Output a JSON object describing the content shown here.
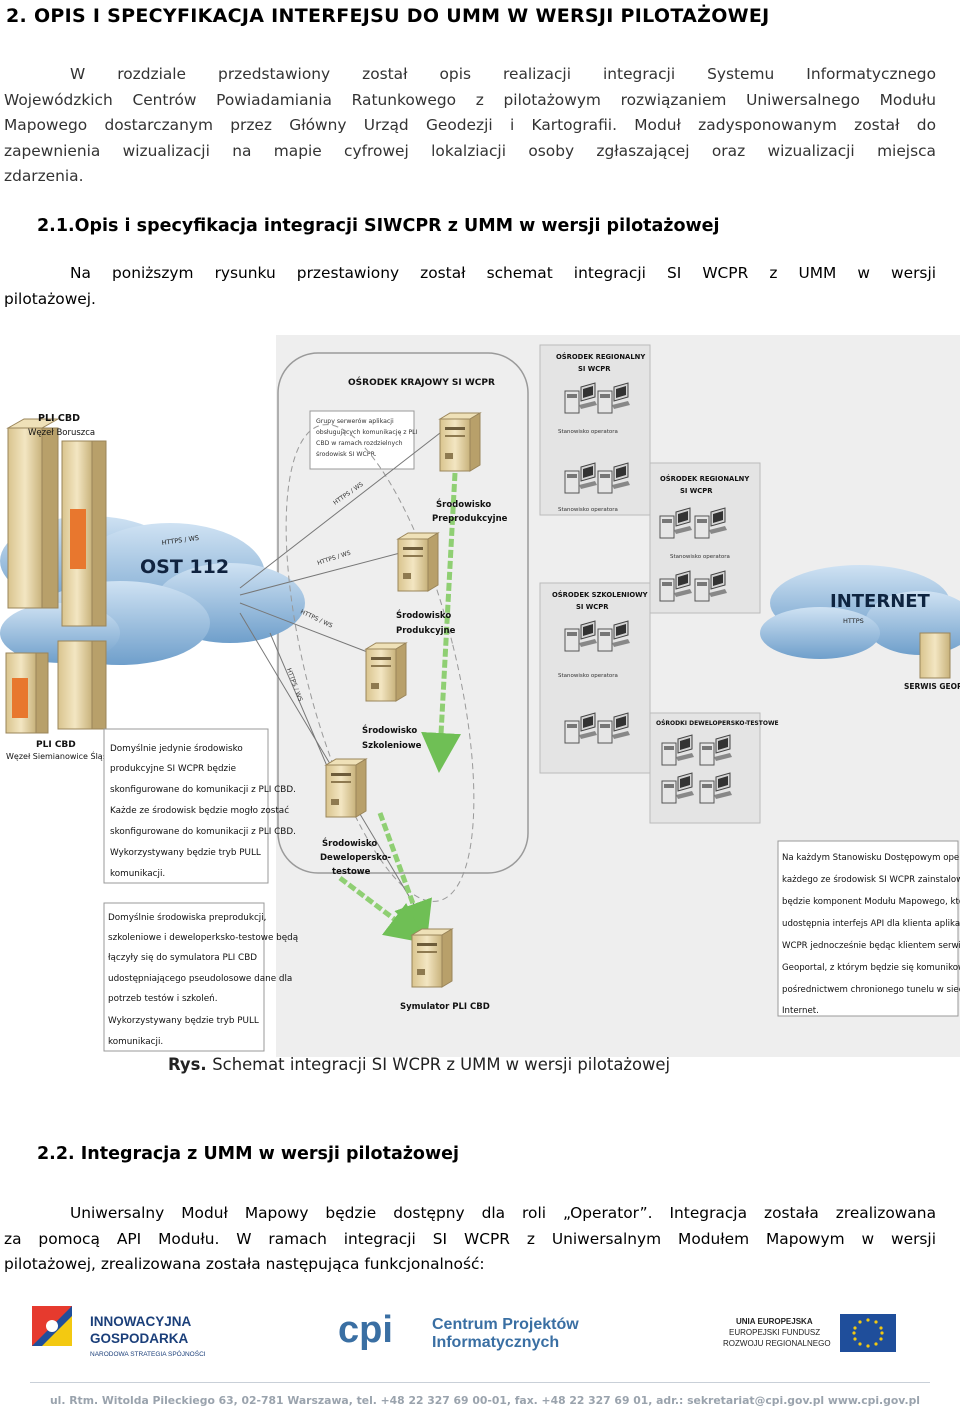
{
  "section1": {
    "heading": "2.  OPIS I SPECYFIKACJA INTERFEJSU DO UMM W WERSJI PILOTAŻOWEJ",
    "paragraph_lines": [
      "W rozdziale przedstawiony został opis realizacji integracji Systemu Informatycznego",
      "Wojewódzkich Centrów Powiadamiania Ratunkowego z pilotażowym rozwiązaniem Uniwersalnego Modułu",
      "Mapowego dostarczanym przez Główny Urząd Geodezji i Kartografii. Moduł zadysponowanym został do",
      "zapewnienia wizualizacji na mapie cyfrowej lokalziacji osoby zgłaszającej oraz wizualizacji miejsca",
      "zdarzenia."
    ]
  },
  "section21": {
    "heading": "2.1.Opis i specyfikacja integracji SIWCPR z UMM w wersji pilotażowej",
    "paragraph_lines": [
      "Na poniższym rysunku przestawiony został schemat integracji SI WCPR z UMM w wersji",
      "pilotażowej."
    ]
  },
  "figure": {
    "caption_bold": "Rys.",
    "caption_text": "Schemat integracji SI WCPR z UMM w wersji pilotażowej",
    "osrodek_krajowy": "OŚRODEK KRAJOWY SI WCPR",
    "pli_cbd_top": [
      "PLI CBD",
      "Węzeł Boruszca"
    ],
    "pli_cbd_bottom": [
      "PLI CBD",
      "Węzeł Siemianowice Śląskie"
    ],
    "ost_label": "OST 112",
    "internet_label": "INTERNET",
    "serwis_geoportal": "SERWIS GEOPORTAL",
    "https_ws": "HTTPS / WS",
    "https": "HTTPS",
    "group_note": [
      "Grupy serwerów aplikacji",
      "obsługujących komunikację z PLI",
      "CBD w ramach rozdzielnych",
      "środowisk SI WCPR."
    ],
    "env_preprod": [
      "Środowisko",
      "Preprodukcyjne"
    ],
    "env_prod": [
      "Środowisko",
      "Produkcyjne"
    ],
    "env_szkol": [
      "Środowisko",
      "Szkoleniowe"
    ],
    "env_dev": [
      "Środowisko",
      "Deweloper­sko-",
      "testowe"
    ],
    "simulator": "Symulator PLI CBD",
    "regional_1": [
      "OŚRODEK REGIONALNY",
      "SI WCPR"
    ],
    "regional_2": [
      "OŚRODEK REGIONALNY",
      "SI WCPR"
    ],
    "training": [
      "OŚRODEK SZKOLENIOWY",
      "SI WCPR"
    ],
    "test_center": "OŚRODKI DEWELOPERSKO-TESTOWE",
    "workstation": "Stanowisko operatora",
    "note_left_1": [
      "Domyślnie jedynie środowisko",
      "produkcyjne SI WCPR będzie",
      "skonfigurowane do komunikacji z PLI CBD.",
      "Każde ze środowisk będzie mogło zostać",
      "skonfigurowane do komunikacji z PLI CBD.",
      "Wykorzystywany będzie tryb PULL",
      "komunikacji."
    ],
    "note_left_2": [
      "Domyślnie środowiska preprodukcji,",
      "szkoleniowe i deweloperksko-testowe będą",
      "łączyły się do symulatora PLI CBD",
      "udostępniającego pseudolosowe dane dla",
      "potrzeb testów i szkoleń.",
      "Wykorzystywany będzie tryb PULL",
      "komunikacji."
    ],
    "note_right": [
      "Na każdym Stanowisku Dostępowym operatora",
      "każdego ze środowisk SI WCPR zainstalowany",
      "będzie komponent Modułu Mapowego, który",
      "udostępnia interfejs API dla klienta aplikacji SI",
      "WCPR jednocześnie będąc klientem serwisu",
      "Geoportal, z którym będzie się komunikował za",
      "pośrednictwem chronionego tunelu w sieci",
      "Internet."
    ]
  },
  "section22": {
    "heading": "2.2. Integracja z UMM w wersji pilotażowej",
    "paragraph_lines": [
      "Uniwersalny Moduł Mapowy będzie dostępny dla roli „Operator”. Integracja została zrealizowana",
      "za pomocą API Modułu. W ramach integracji SI WCPR z Uniwersalnym Modułem Mapowym w wersji",
      "pilotażowej, zrealizowana została następująca funkcjonalność:"
    ]
  },
  "footer": {
    "logo_ig_1": "INNOWACYJNA",
    "logo_ig_2": "GOSPODARKA",
    "logo_ig_3": "NARODOWA STRATEGIA SPÓJNOŚCI",
    "logo_cpi_mark": "cpi",
    "logo_cpi_1": "Centrum Projektów",
    "logo_cpi_2": "Informatycznych",
    "logo_eu_1": "UNIA EUROPEJSKA",
    "logo_eu_2": "EUROPEJSKI FUNDUSZ",
    "logo_eu_3": "ROZWOJU REGIONALNEGO",
    "address": "ul. Rtm. Witolda Pileckiego 63, 02-781 Warszawa, tel. +48 22 327 69 00-01, fax. +48 22 327 69 01, adr.: sekretariat@cpi.gov.pl www.cpi.gov.pl"
  },
  "colors": {
    "cloud": "#8fb6d9",
    "cloud_dark": "#3f72a8",
    "ost_orange": "#e8772e",
    "server": "#e9d7a6",
    "arrow_green": "#8fcf73",
    "panel": "#eeeeee",
    "cpi_blue": "#3a6fa3",
    "eu_yellow": "#f3c911",
    "eu_blue": "#1f4e9b"
  }
}
